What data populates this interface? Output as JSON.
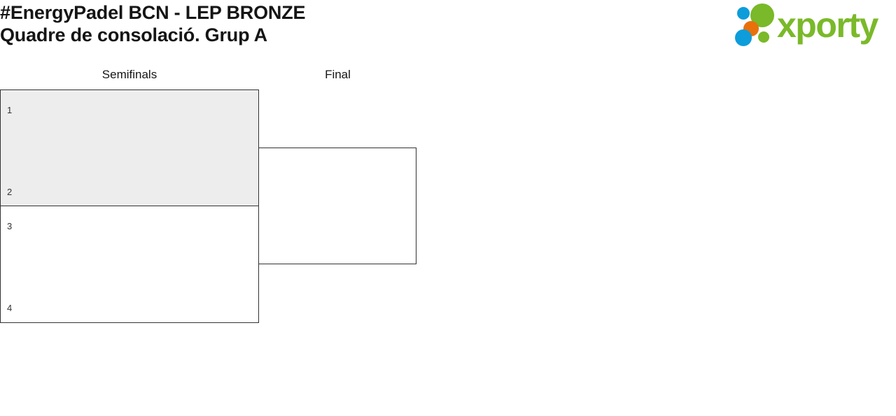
{
  "header": {
    "title_line1": "#EnergyPadel BCN - LEP BRONZE",
    "title_line2": "Quadre de consolació. Grup A",
    "logo": {
      "wordmark": "xporty",
      "colors": {
        "green": "#7ab929",
        "orange": "#e8710c",
        "blue": "#0d9ddb"
      }
    }
  },
  "bracket": {
    "rounds": [
      {
        "label": "Semifinals"
      },
      {
        "label": "Final"
      }
    ],
    "matches": [
      {
        "round": 0,
        "highlighted": true,
        "slots": [
          {
            "seed": "1",
            "player": ""
          },
          {
            "seed": "2",
            "player": ""
          }
        ]
      },
      {
        "round": 0,
        "highlighted": false,
        "slots": [
          {
            "seed": "3",
            "player": ""
          },
          {
            "seed": "4",
            "player": ""
          }
        ]
      },
      {
        "round": 1,
        "highlighted": false,
        "slots": [
          {
            "seed": "",
            "player": ""
          },
          {
            "seed": "",
            "player": ""
          }
        ]
      }
    ]
  }
}
